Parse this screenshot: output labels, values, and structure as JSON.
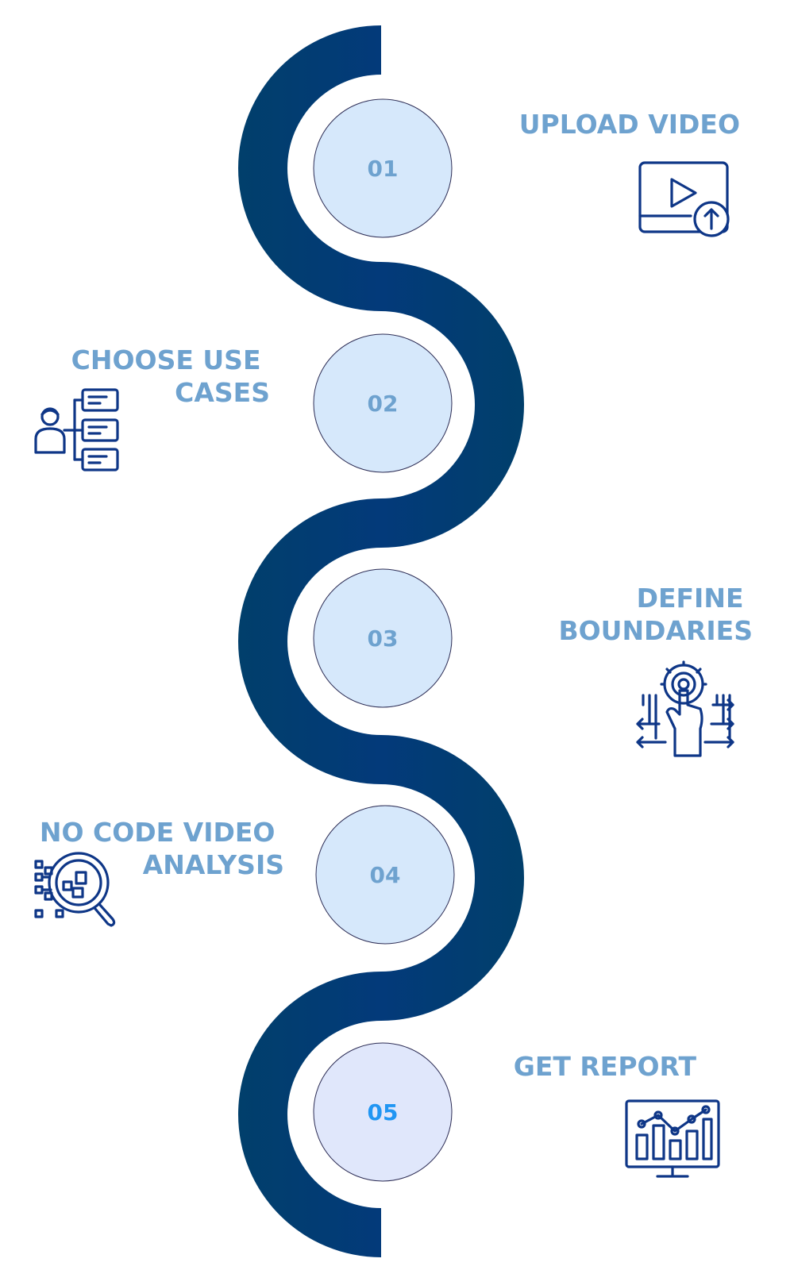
{
  "colors": {
    "background": "#ffffff",
    "path_dark": "#013f6b",
    "path_light": "#033a7a",
    "circle_fill": "#d6e8fb",
    "circle_fill_last": "#e0e7fb",
    "circle_stroke": "#2d2d55",
    "number_text": "#6ea2cf",
    "number_text_active": "#2196f3",
    "title_text": "#6ea2cf",
    "icon_stroke": "#0e3687"
  },
  "steps": [
    {
      "number": "01",
      "title_lines": [
        "UPLOAD VIDEO"
      ],
      "icon": "upload-video-icon",
      "active": false
    },
    {
      "number": "02",
      "title_lines": [
        "CHOOSE USE",
        "CASES"
      ],
      "icon": "use-cases-icon",
      "active": false
    },
    {
      "number": "03",
      "title_lines": [
        "DEFINE",
        "BOUNDARIES"
      ],
      "icon": "define-boundaries-icon",
      "active": false
    },
    {
      "number": "04",
      "title_lines": [
        "NO CODE VIDEO",
        "ANALYSIS"
      ],
      "icon": "video-analysis-icon",
      "active": false
    },
    {
      "number": "05",
      "title_lines": [
        "GET REPORT"
      ],
      "icon": "report-icon",
      "active": true
    }
  ]
}
